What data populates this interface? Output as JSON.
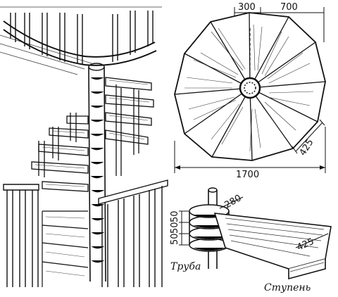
{
  "plan": {
    "dim_center_offset": "300",
    "dim_tread_width": "700",
    "dim_diameter": "1700",
    "dim_outer_edge": "425"
  },
  "detail": {
    "dim_pipe_diameter": "280",
    "dim_heights": [
      "50",
      "50",
      "50"
    ],
    "dim_tread_end": "425",
    "label_pipe": "Труба",
    "label_step": "Ступень"
  }
}
